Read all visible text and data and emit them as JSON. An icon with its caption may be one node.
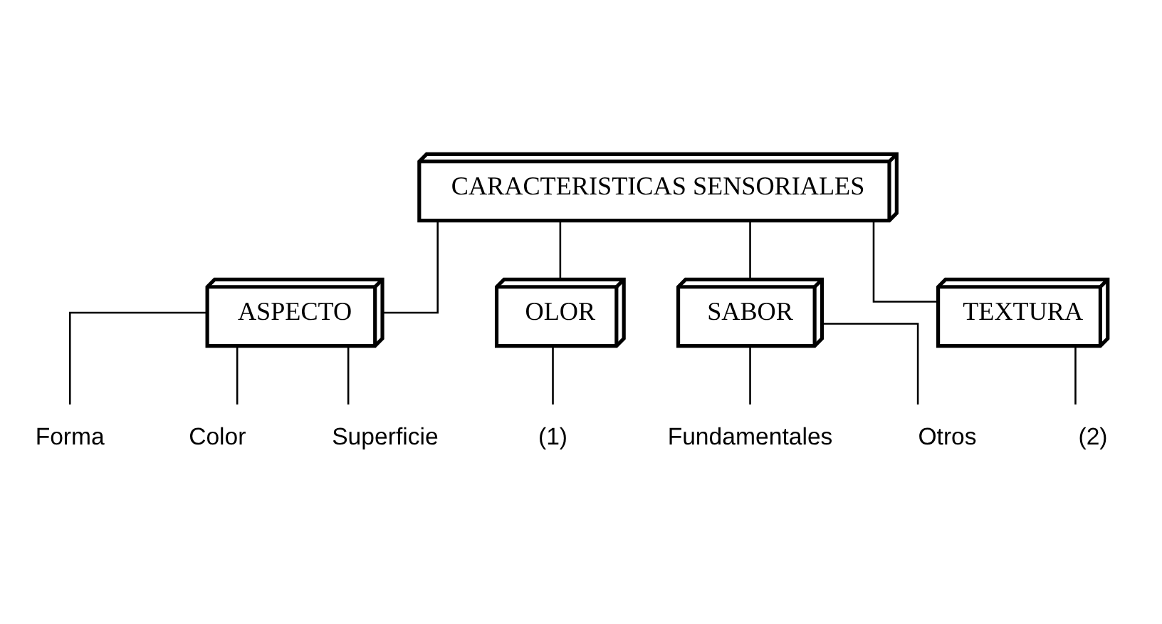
{
  "diagram": {
    "nodes": [
      {
        "text": [
          "CARACTERISTICAS SENSORIALES"
        ]
      },
      {
        "text": [
          "ASPECTO"
        ]
      },
      {
        "text": [
          "OLOR"
        ]
      },
      {
        "text": [
          "SABOR"
        ]
      },
      {
        "text": [
          "TEXTURA"
        ]
      },
      {
        "text": [
          "Forma"
        ]
      },
      {
        "text": [
          "Color"
        ]
      },
      {
        "text": [
          "Superficie"
        ]
      },
      {
        "text": [
          "(1)"
        ]
      },
      {
        "text": [
          "Fundamentales"
        ]
      },
      {
        "text": [
          "Otros"
        ]
      },
      {
        "text": [
          "(2)"
        ]
      }
    ],
    "edges": [
      {
        "from": 0,
        "to": 1,
        "arrow": "none"
      },
      {
        "from": 0,
        "to": 2,
        "arrow": "none"
      },
      {
        "from": 0,
        "to": 3,
        "arrow": "none"
      },
      {
        "from": 0,
        "to": 4,
        "arrow": "none"
      },
      {
        "from": 1,
        "to": 5,
        "arrow": "none"
      },
      {
        "from": 1,
        "to": 6,
        "arrow": "none"
      },
      {
        "from": 1,
        "to": 7,
        "arrow": "none"
      },
      {
        "from": 2,
        "to": 8,
        "arrow": "none"
      },
      {
        "from": 3,
        "to": 9,
        "arrow": "none"
      },
      {
        "from": 3,
        "to": 10,
        "arrow": "none"
      },
      {
        "from": 4,
        "to": 11,
        "arrow": "none"
      }
    ]
  }
}
